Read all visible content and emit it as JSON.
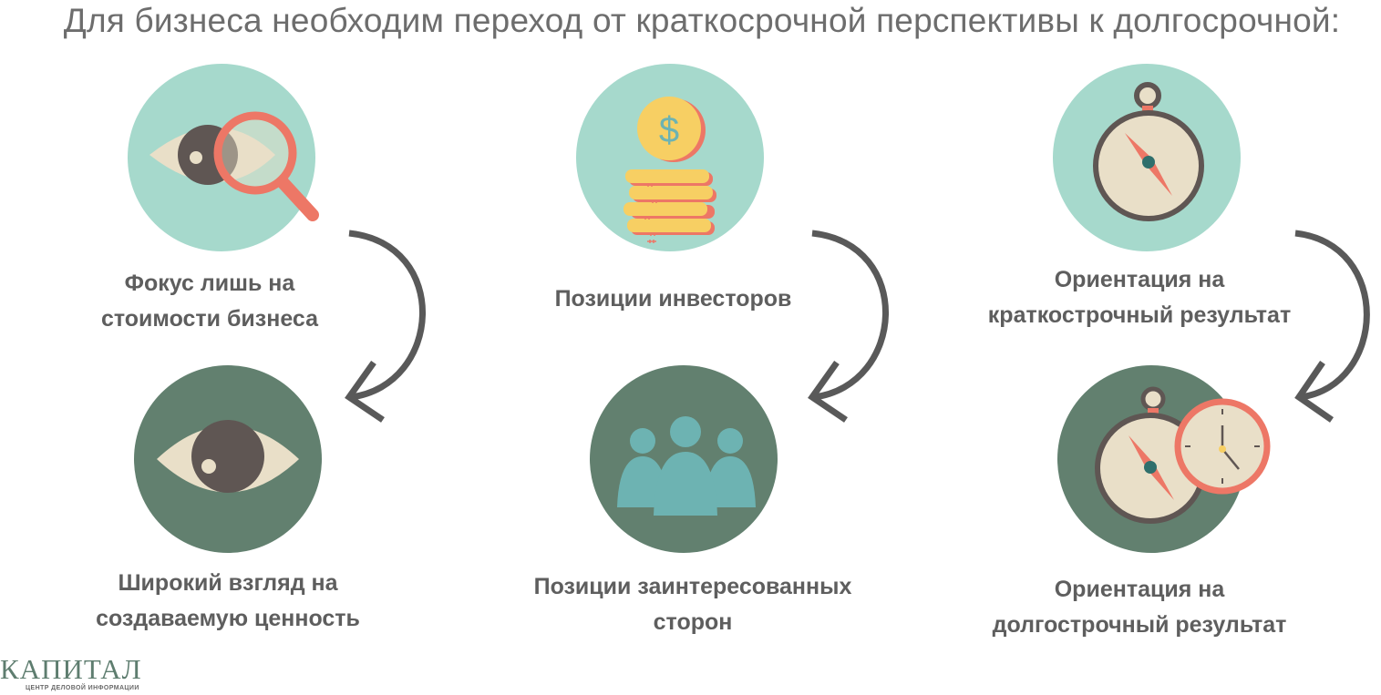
{
  "title": "Для бизнеса необходим переход от краткосрочной перспективы к долгосрочной:",
  "columns": [
    {
      "top": {
        "icon": "eye-magnifier-icon",
        "lines": [
          "Фокус лишь на",
          "стоимости бизнеса"
        ]
      },
      "bottom": {
        "icon": "eye-icon",
        "lines": [
          "Широкий взгляд на",
          "создаваемую ценность"
        ]
      }
    },
    {
      "top": {
        "icon": "coin-stack-icon",
        "lines": [
          "Позиции инвесторов"
        ]
      },
      "bottom": {
        "icon": "people-group-icon",
        "lines": [
          "Позиции заинтересованных",
          "сторон"
        ]
      }
    },
    {
      "top": {
        "icon": "stopwatch-compass-icon",
        "lines": [
          "Ориентация на",
          "краткострочный результат"
        ]
      },
      "bottom": {
        "icon": "compass-clock-icon",
        "lines": [
          "Ориентация на",
          "долгострочный результат"
        ]
      }
    }
  ],
  "logo": {
    "name": "КАПИТАЛ",
    "subtitle": "ЦЕНТР ДЕЛОВОЙ ИНФОРМАЦИИ"
  },
  "colors": {
    "light_circle": "#a6d9cc",
    "dark_circle": "#62806f",
    "coral": "#ed7766",
    "cream": "#e9dfc8",
    "dark_gray": "#5f5653",
    "gold": "#f7cf63",
    "teal_people": "#6db3b2",
    "arrow": "#595959",
    "text": "#5e5e5e"
  }
}
